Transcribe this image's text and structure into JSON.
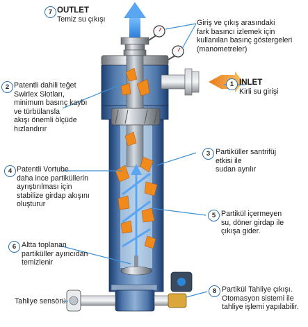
{
  "callouts": [
    {
      "num": "7",
      "title": "OUTLET",
      "lines": [
        "Temiz su çıkışı"
      ]
    },
    {
      "num": "",
      "title": "",
      "lines": [
        "Giriş ve çıkış arasındaki",
        "fark basıncı izlemek için",
        "kullanılan basınç göstergeleri",
        "(manometreler)"
      ]
    },
    {
      "num": "1",
      "title": "INLET",
      "lines": [
        "Kirli su girişi"
      ]
    },
    {
      "num": "2",
      "title": "",
      "lines": [
        "Patentli dahili teğet",
        "Swirlex Slotları,",
        "minimum basınç kaybı",
        "ve türbülansla",
        "akışı önemli ölçüde",
        "hızlandırır"
      ]
    },
    {
      "num": "3",
      "title": "",
      "lines": [
        "Partiküller santrifüj",
        "etkisi ile",
        "sudan ayrılır"
      ]
    },
    {
      "num": "4",
      "title": "",
      "lines": [
        "Patentli Vortube",
        "daha ince partiküllerin",
        "ayrıştırılması için",
        "stabilize girdap akışını",
        "oluşturur"
      ]
    },
    {
      "num": "5",
      "title": "",
      "lines": [
        "Partikül içermeyen",
        "su, döner girdap ile",
        "çıkışa gider."
      ]
    },
    {
      "num": "6",
      "title": "",
      "lines": [
        "Altta toplanan",
        "partiküller ayırıcıdan",
        "temizlenir"
      ]
    },
    {
      "num": "8",
      "title": "",
      "lines": [
        "Partikül Tahliye çıkışı.",
        "Otomasyon sistemi ile",
        "tahliye işlemi yapılabilir."
      ]
    },
    {
      "num": "",
      "title": "",
      "lines": [
        "Tahliye sensörü"
      ]
    }
  ],
  "colors": {
    "badge_border": "#2b72b8",
    "leader_line": "#3a8fd6",
    "vessel_blue": "#5e86b5",
    "water_light": "#dceefb",
    "particles": "#f08a1c"
  }
}
